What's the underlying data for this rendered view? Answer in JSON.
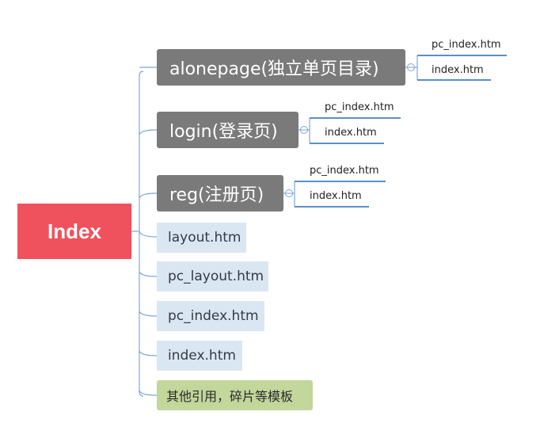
{
  "root": {
    "label": "Index"
  },
  "branches": [
    {
      "label": "alonepage(独立单页目录)",
      "children": [
        "pc_index.htm",
        "index.htm"
      ]
    },
    {
      "label": "login(登录页)",
      "children": [
        "pc_index.htm",
        "index.htm"
      ]
    },
    {
      "label": "reg(注册页)",
      "children": [
        "pc_index.htm",
        "index.htm"
      ]
    }
  ],
  "files": [
    {
      "label": "layout.htm"
    },
    {
      "label": "pc_layout.htm"
    },
    {
      "label": "pc_index.htm"
    },
    {
      "label": "index.htm"
    }
  ],
  "other": {
    "label": "其他引用，碎片等模板"
  },
  "colors": {
    "root": "#f0525d",
    "branch": "#7a7a7a",
    "file": "#dbe6f3",
    "other": "#c3d69b",
    "connector": "#5b8ec9"
  }
}
